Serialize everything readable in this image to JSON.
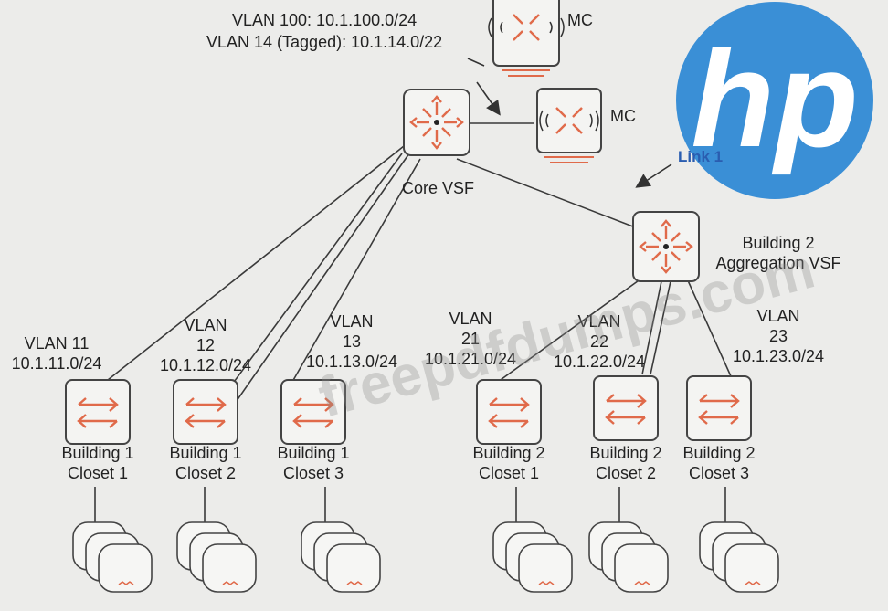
{
  "mc_label_top": "MC",
  "mc_label_mid": "MC",
  "vlan_top_line1": "VLAN  100: 10.1.100.0/24",
  "vlan_top_line2": "VLAN 14 (Tagged): 10.1.14.0/22",
  "core_label": "Core VSF",
  "link1_label": "Link 1",
  "agg_label_line1": "Building 2",
  "agg_label_line2": "Aggregation VSF",
  "watermark": "freepdfdumps.com",
  "logo_text": "hp",
  "colors": {
    "logo_blue": "#3a8fd6",
    "router_accent": "#e06a4a",
    "link1_text": "#2a5db0"
  },
  "closets": [
    {
      "vlan_lines": [
        "VLAN 11",
        "10.1.11.0/24"
      ],
      "name_lines": [
        "Building 1",
        "Closet 1"
      ]
    },
    {
      "vlan_lines": [
        "VLAN",
        "12",
        "10.1.12.0/24"
      ],
      "name_lines": [
        "Building 1",
        "Closet 2"
      ]
    },
    {
      "vlan_lines": [
        "VLAN",
        "13",
        "10.1.13.0/24"
      ],
      "name_lines": [
        "Building 1",
        "Closet 3"
      ]
    },
    {
      "vlan_lines": [
        "VLAN",
        "21",
        "10.1.21.0/24"
      ],
      "name_lines": [
        "Building 2",
        "Closet 1"
      ]
    },
    {
      "vlan_lines": [
        "VLAN",
        "22",
        "10.1.22.0/24"
      ],
      "name_lines": [
        "Building 2",
        "Closet 2"
      ]
    },
    {
      "vlan_lines": [
        "VLAN",
        "23",
        "10.1.23.0/24"
      ],
      "name_lines": [
        "Building 2",
        "Closet 3"
      ]
    }
  ]
}
